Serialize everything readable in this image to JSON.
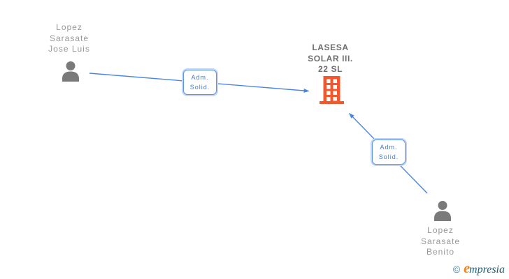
{
  "diagram": {
    "nodes": {
      "person1": {
        "type": "person",
        "name": "Lopez\nSarasate\nJose Luis"
      },
      "company": {
        "type": "company",
        "name": "LASESA\nSOLAR III.\n22 SL"
      },
      "person2": {
        "type": "person",
        "name": "Lopez\nSarasate\nBenito"
      }
    },
    "edges": [
      {
        "from": "person1",
        "to": "company",
        "label": "Adm.\nSolid."
      },
      {
        "from": "person2",
        "to": "company",
        "label": "Adm.\nSolid."
      }
    ]
  },
  "watermark": {
    "copyright": "©",
    "brand_initial": "e",
    "brand_rest": "mpresia"
  },
  "colors": {
    "edge_blue": "#4a85e0",
    "label_border_blue": "#5f94e0",
    "label_text_blue": "#3a7bd5",
    "person_icon_gray": "#7a7a7a",
    "person_name_gray": "#989898",
    "company_name_gray": "#6e6e6e",
    "building_orange": "#f4572b",
    "watermark_teal": "#255e70",
    "watermark_orange": "#f0821e"
  }
}
